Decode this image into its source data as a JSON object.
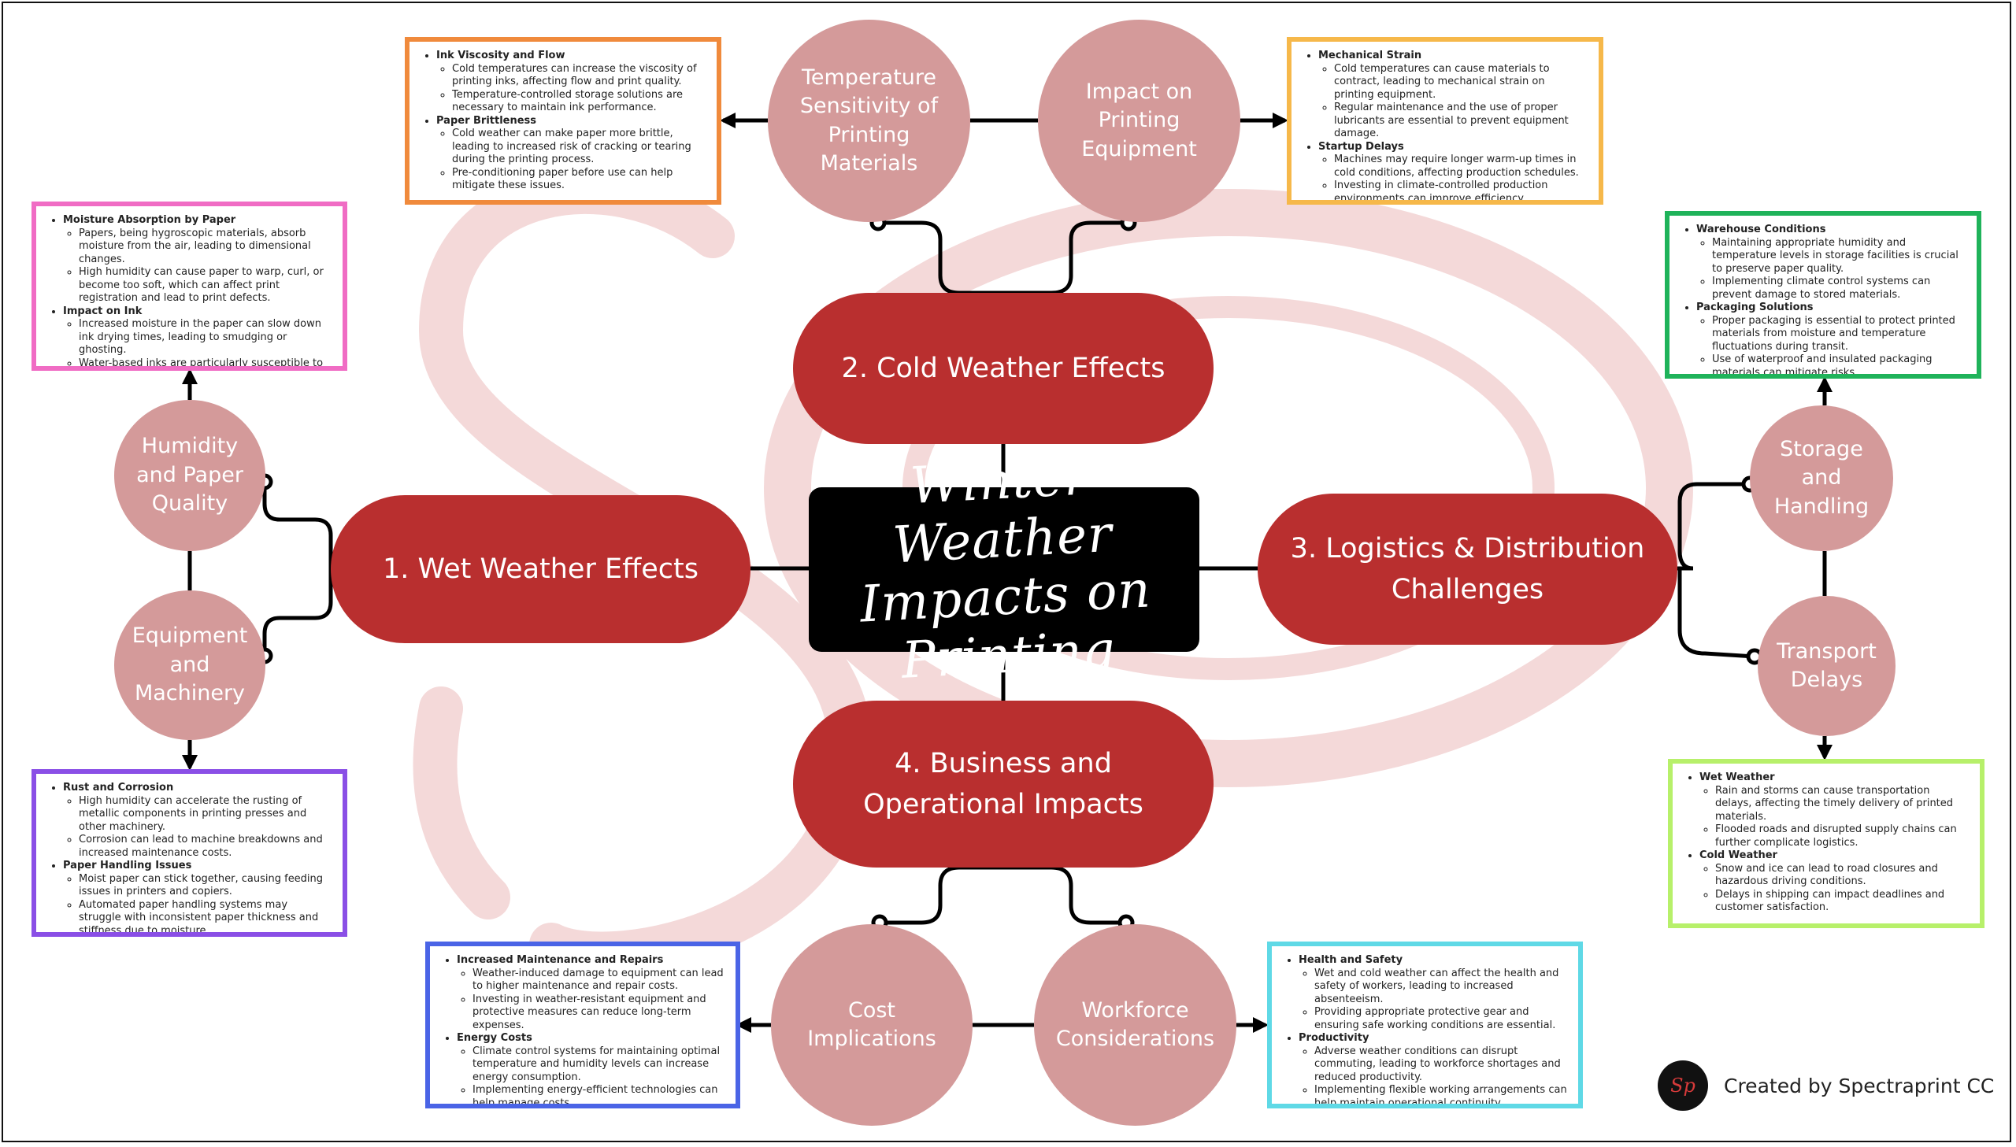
{
  "title": "Winter Weather Impacts on Printing",
  "branches": {
    "wet": "1. Wet Weather Effects",
    "cold": "2.  Cold Weather Effects",
    "logistics": "3. Logistics & Distribution Challenges",
    "business": "4. Business and Operational Impacts"
  },
  "topics": {
    "humidity": "Humidity and Paper Quality",
    "equipment": "Equipment and Machinery",
    "temperature": "Temperature Sensitivity of Printing Materials",
    "impact_equipment": "Impact on Printing Equipment",
    "storage": "Storage and Handling",
    "transport": "Transport Delays",
    "cost": "Cost Implications",
    "workforce": "Workforce Considerations"
  },
  "boxes": {
    "humidity": [
      {
        "heading": "Moisture Absorption by Paper",
        "points": [
          "Papers, being hygroscopic materials, absorb moisture from the air, leading to dimensional changes.",
          "High humidity can cause paper to warp, curl, or become too soft, which can affect print registration and lead to print defects."
        ]
      },
      {
        "heading": "Impact on Ink",
        "points": [
          "Increased moisture in the paper can slow down ink drying times, leading to smudging or ghosting.",
          "Water-based inks are particularly susceptible to high humidity levels."
        ]
      }
    ],
    "equipment": [
      {
        "heading": "Rust and Corrosion",
        "points": [
          "High humidity can accelerate the rusting of metallic components in printing presses and other machinery.",
          "Corrosion can lead to machine breakdowns and increased maintenance costs."
        ]
      },
      {
        "heading": "Paper Handling Issues",
        "points": [
          "Moist paper can stick together, causing feeding issues in printers and copiers.",
          "Automated paper handling systems may struggle with inconsistent paper thickness and stiffness due to moisture."
        ]
      }
    ],
    "temperature": [
      {
        "heading": "Ink Viscosity and Flow",
        "points": [
          "Cold temperatures can increase the viscosity of printing inks, affecting flow and print quality.",
          "Temperature-controlled storage solutions are necessary to maintain ink performance."
        ]
      },
      {
        "heading": "Paper Brittleness",
        "points": [
          "Cold weather can make paper more brittle, leading to increased risk of cracking or tearing during the printing process.",
          "Pre-conditioning paper before use can help mitigate these issues."
        ]
      }
    ],
    "impact_equipment": [
      {
        "heading": "Mechanical Strain",
        "points": [
          "Cold temperatures can cause materials to contract, leading to mechanical strain on printing equipment.",
          "Regular maintenance and the use of proper lubricants are essential to prevent equipment damage."
        ]
      },
      {
        "heading": "Startup Delays",
        "points": [
          "Machines may require longer warm-up times in cold conditions, affecting production schedules.",
          "Investing in climate-controlled production environments can improve efficiency."
        ]
      }
    ],
    "storage": [
      {
        "heading": "Warehouse Conditions",
        "points": [
          "Maintaining appropriate humidity and temperature levels in storage facilities is crucial to preserve paper quality.",
          "Implementing climate control systems can prevent damage to stored materials."
        ]
      },
      {
        "heading": "Packaging Solutions",
        "points": [
          "Proper packaging is essential to protect printed materials from moisture and temperature fluctuations during transit.",
          "Use of waterproof and insulated packaging materials can mitigate risks."
        ]
      }
    ],
    "transport": [
      {
        "heading": "Wet Weather",
        "points": [
          "Rain and storms can cause transportation delays, affecting the timely delivery of printed materials.",
          "Flooded roads and disrupted supply chains can further complicate logistics."
        ]
      },
      {
        "heading": "Cold Weather",
        "points": [
          "Snow and ice can lead to road closures and hazardous driving conditions.",
          "Delays in shipping can impact deadlines and customer satisfaction."
        ]
      }
    ],
    "cost": [
      {
        "heading": "Increased Maintenance and Repairs",
        "points": [
          "Weather-induced damage to equipment can lead to higher maintenance and repair costs.",
          "Investing in weather-resistant equipment and protective measures can reduce long-term expenses."
        ]
      },
      {
        "heading": "Energy Costs",
        "points": [
          "Climate control systems for maintaining optimal temperature and humidity levels can increase energy consumption.",
          "Implementing energy-efficient technologies can help manage costs."
        ]
      }
    ],
    "workforce": [
      {
        "heading": "Health and Safety",
        "points": [
          "Wet and cold weather can affect the health and safety of workers, leading to increased absenteeism.",
          "Providing appropriate protective gear and ensuring safe working conditions are essential."
        ]
      },
      {
        "heading": "Productivity",
        "points": [
          "Adverse weather conditions can disrupt commuting, leading to workforce shortages and reduced productivity.",
          "Implementing flexible working arrangements can help maintain operational continuity."
        ]
      }
    ]
  },
  "colors": {
    "branch": "#b92f2f",
    "topic": "#d49a9a",
    "humidity_border": "#f06cc4",
    "equipment_border": "#8a4fe6",
    "temperature_border": "#f08a3c",
    "impact_equipment_border": "#f6b84a",
    "storage_border": "#1fb35a",
    "transport_border": "#b7f06a",
    "cost_border": "#4a64e6",
    "workforce_border": "#5fd9e6"
  },
  "credit": {
    "text": "Created by Spectraprint CC"
  }
}
